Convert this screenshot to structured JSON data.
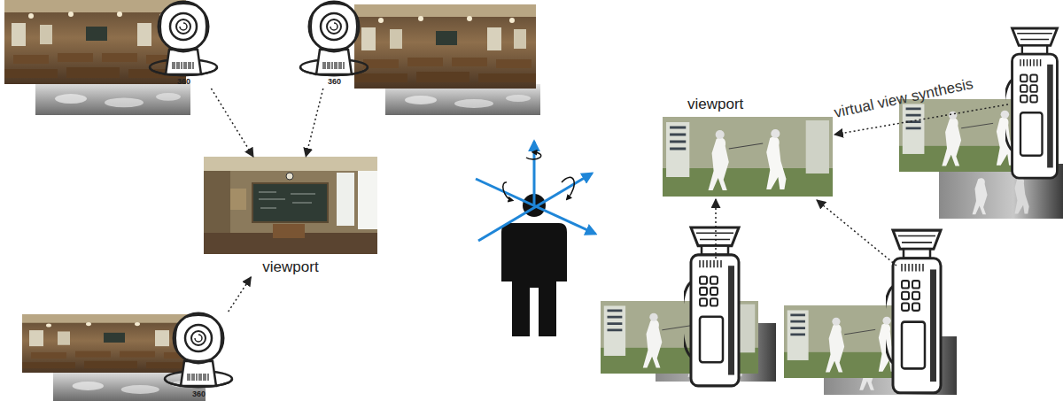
{
  "diagram": {
    "nodes": [
      {
        "text": [
          "360"
        ]
      },
      {
        "text": [
          "360"
        ]
      },
      {
        "text": [
          "viewport"
        ]
      },
      {
        "text": [
          "360"
        ]
      },
      {
        "text": [
          "viewport"
        ]
      }
    ],
    "edges": [
      {
        "from": 0,
        "to": 2,
        "arrow": "to"
      },
      {
        "from": 1,
        "to": 2,
        "arrow": "to"
      },
      {
        "from": 3,
        "to": 2,
        "arrow": "to"
      }
    ],
    "labels": [
      "virtual view synthesis"
    ]
  }
}
